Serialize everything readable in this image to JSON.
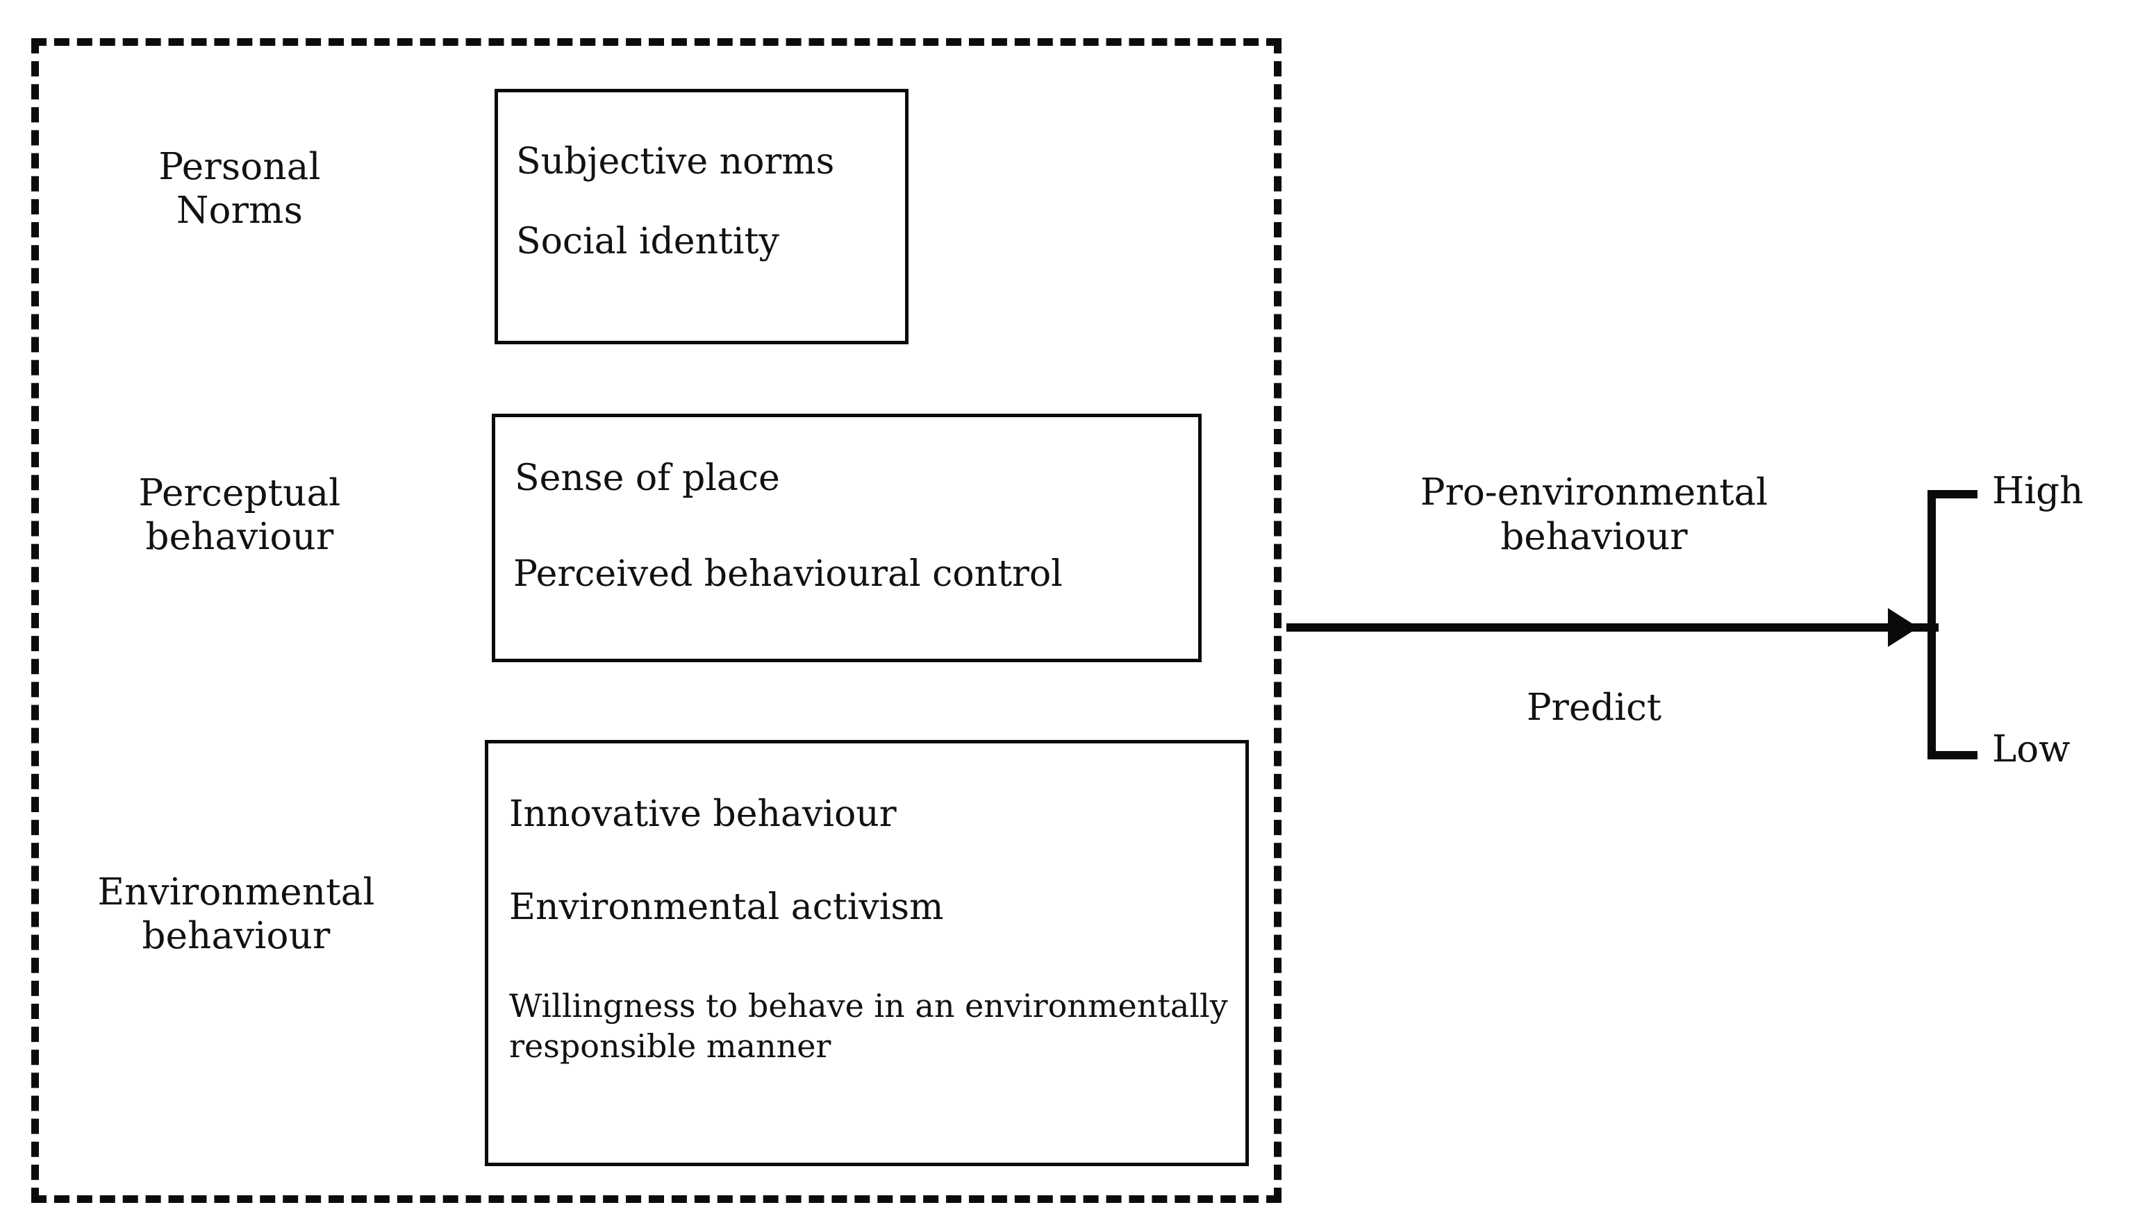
{
  "diagram": {
    "title": "Pro-environmental behaviour prediction framework",
    "container": {
      "border_style": "dashed",
      "border_color": "#0c0c0c"
    },
    "categories": [
      {
        "id": "personal-norms",
        "label": "Personal\nNorms"
      },
      {
        "id": "perceptual-behaviour",
        "label": "Perceptual\nbehaviour"
      },
      {
        "id": "environmental-behaviour",
        "label": "Environmental\nbehaviour"
      }
    ],
    "boxes": [
      {
        "id": "personal-norms-box",
        "items": [
          {
            "id": "subjective-norms",
            "text": "Subjective norms"
          },
          {
            "id": "social-identity",
            "text": "Social identity"
          }
        ]
      },
      {
        "id": "perceptual-behaviour-box",
        "items": [
          {
            "id": "sense-of-place",
            "text": "Sense of place"
          },
          {
            "id": "perceived-behavioural-control",
            "text": "Perceived behavioural control"
          }
        ]
      },
      {
        "id": "environmental-behaviour-box",
        "items": [
          {
            "id": "innovative-behaviour",
            "text": "Innovative behaviour"
          },
          {
            "id": "environmental-activism",
            "text": "Environmental activism"
          },
          {
            "id": "willingness-statement",
            "text": "Willingness to behave in an environmentally responsible manner"
          }
        ]
      }
    ],
    "flow": {
      "arrow_direction": "right",
      "outcome_label": "Pro-environmental\nbehaviour",
      "relation_label": "Predict"
    },
    "outcome_levels": [
      {
        "id": "high",
        "label": "High"
      },
      {
        "id": "low",
        "label": "Low"
      }
    ],
    "colors": {
      "stroke": "#0a0a0a",
      "dashed_stroke": "#0c0c0c",
      "text": "#111111",
      "background": "#ffffff"
    }
  }
}
